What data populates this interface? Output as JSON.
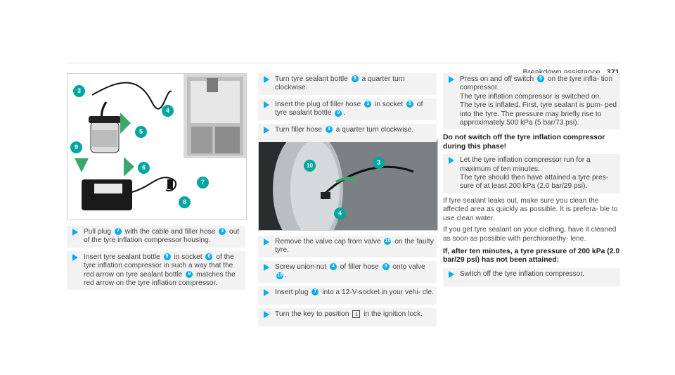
{
  "header": {
    "title": "Breakdown assistance",
    "page": "371"
  },
  "colors": {
    "accent": "#00adef",
    "step_bg": "#f2f2f2"
  },
  "figure1": {
    "callouts": [
      "3",
      "4",
      "5",
      "9",
      "6",
      "7",
      "8"
    ]
  },
  "figure2": {
    "callouts": [
      "10",
      "3",
      "4"
    ]
  },
  "col1": {
    "s1": {
      "a": "Pull plug",
      "n1": "7",
      "b": "with the cable and filler hose",
      "n2": "3",
      "c": "out of the tyre inflation compressor housing."
    },
    "s2": {
      "a": "Insert tyre sealant bottle",
      "n1": "9",
      "b": "in socket",
      "n2": "6",
      "c": "of the tyre inflation compressor in such a way that the red arrow on tyre sealant bottle",
      "n3": "9",
      "d": "matches the red arrow on the tyre inflation compressor."
    }
  },
  "col2": {
    "s1": {
      "a": "Turn tyre sealant bottle",
      "n1": "9",
      "b": "a quarter turn clockwise."
    },
    "s2": {
      "a": "Insert the plug of filler hose",
      "n1": "3",
      "b": "in socket",
      "n2": "5",
      "c": "of tyre sealant bottle",
      "n3": "9",
      "d": "."
    },
    "s3": {
      "a": "Turn filler hose",
      "n1": "3",
      "b": "a quarter turn clockwise."
    },
    "s4": {
      "a": "Remove the valve cap from valve",
      "n1": "10",
      "b": "on the faulty tyre."
    },
    "s5": {
      "a": "Screw union nut",
      "n1": "4",
      "b": "of filler hose",
      "n2": "3",
      "c": "onto valve",
      "n3": "10",
      "d": "."
    },
    "s6": {
      "a": "Insert plug",
      "n1": "7",
      "b": "into a 12-V-socket in your vehi- cle."
    },
    "s7": {
      "a": "Turn the key to position",
      "key": "1",
      "b": "in the ignition lock."
    }
  },
  "col3": {
    "s1": {
      "a": "Press on and off switch",
      "n1": "8",
      "b": "on the tyre infla- tion compressor.",
      "c": "The tyre inflation compressor is switched on.",
      "d": "The tyre is inflated. First, tyre sealant is pum- ped into the tyre. The pressure may briefly rise to approximately 500 kPa (5 bar/73 psi)."
    },
    "warn1": "Do not switch off the tyre inflation compressor during this phase!",
    "s2": {
      "a": "Let the tyre inflation compressor run for a maximum of ten minutes.",
      "b": "The tyre should then have attained a tyre pres- sure of at least 200 kPa (2.0 bar/29 psi)."
    },
    "p1": "If tyre sealant leaks out, make sure you clean the affected area as quickly as possible. It is prefera- ble to use clean water.",
    "p2": "If you get tyre sealant on your clothing, have it cleaned as soon as possible with perchloroethy- lene.",
    "warn2": "If, after ten minutes, a tyre pressure of 200 kPa (2.0 bar/29 psi) has not been attained:",
    "s3": {
      "a": "Switch off the tyre inflation compressor."
    }
  }
}
